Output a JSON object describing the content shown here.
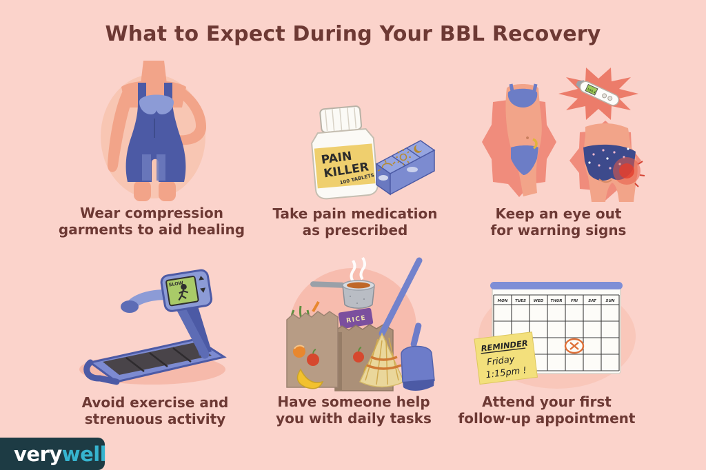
{
  "title": "What to Expect During Your BBL Recovery",
  "brand": {
    "name_part1": "very",
    "name_part2": "well"
  },
  "cards": [
    {
      "id": "compression",
      "line1": "Wear compression",
      "line2": "garments to aid healing"
    },
    {
      "id": "medication",
      "line1": "Take pain medication",
      "line2": "as prescribed"
    },
    {
      "id": "warning",
      "line1": "Keep an eye out",
      "line2": "for warning signs"
    },
    {
      "id": "exercise",
      "line1": "Avoid exercise and",
      "line2": "strenuous activity"
    },
    {
      "id": "help",
      "line1": "Have someone help",
      "line2": "you with daily tasks"
    },
    {
      "id": "appointment",
      "line1": "Attend your first",
      "line2": "follow-up appointment"
    }
  ],
  "illustrations": {
    "pill_bottle": {
      "label_line1": "PAIN",
      "label_line2": "KILLER",
      "sublabel": "100 TABLETS"
    },
    "treadmill": {
      "screen_label": "SLOW"
    },
    "thermometer": {
      "display": "100.4"
    },
    "grocery_bag": {
      "label": "RICE"
    },
    "calendar": {
      "day_headers": [
        "MON",
        "TUES",
        "WED",
        "THUR",
        "FRI",
        "SAT",
        "SUN"
      ],
      "marked_day": "FRI"
    },
    "sticky_note": {
      "line1": "REMINDER",
      "line2": "Friday",
      "line3": "1:15pm !"
    }
  },
  "colors": {
    "background": "#fbd3cb",
    "heading_text": "#6d3934",
    "periwinkle": "#5d6cb5",
    "salmon_scribble": "#ee8473",
    "label_yellow": "#efcf6e",
    "sticky_yellow": "#f3e07c",
    "screen_green": "#a9ca68",
    "mark_orange": "#df7038",
    "logo_background": "#1d3b44",
    "logo_accent": "#36b4cf"
  }
}
